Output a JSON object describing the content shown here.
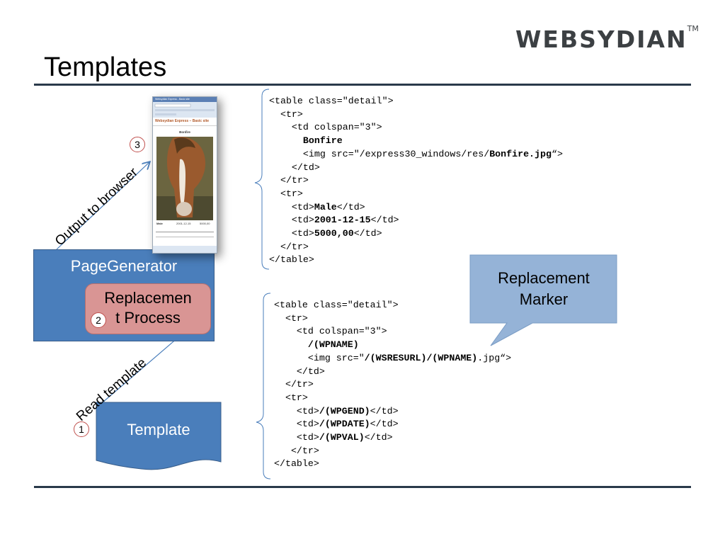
{
  "logo": {
    "text": "WEBSYDIAN",
    "tm": "TM"
  },
  "title": "Templates",
  "steps": {
    "one": "1",
    "two": "2",
    "three": "3"
  },
  "arrows": {
    "output": "Output to browser",
    "read": "Read template"
  },
  "boxes": {
    "page_generator": "PageGenerator",
    "replacement_line1": "Replacemen",
    "replacement_line2": "t Process",
    "template": "Template",
    "marker_line1": "Replacement",
    "marker_line2": "Marker"
  },
  "screenshot": {
    "window_title": "Websydian Express - Basic site",
    "heading": "Websydian Express – Basic site",
    "caption": "Bonfire",
    "row": [
      "Male",
      "2001-12-15",
      "5000,00"
    ]
  },
  "code_output": {
    "l1": "<table class=\"detail\">",
    "l2": "  <tr>",
    "l3": "    <td colspan=\"3\">",
    "l4_pre": "      ",
    "l4_b": "Bonfire",
    "l5_pre": "      <img src=\"/express30_windows/res/",
    "l5_b": "Bonfire.jpg",
    "l5_post": "“>",
    "l6": "    </td>",
    "l7": "  </tr>",
    "l8": "  <tr>",
    "l9_pre": "    <td>",
    "l9_b": "Male",
    "l9_post": "</td>",
    "l10_pre": "    <td>",
    "l10_b": "2001-12-15",
    "l10_post": "</td>",
    "l11_pre": "    <td>",
    "l11_b": "5000,00",
    "l11_post": "</td>",
    "l12": "  </tr>",
    "l13": "</table>"
  },
  "code_template": {
    "l1": "<table class=\"detail\">",
    "l2": "  <tr>",
    "l3": "    <td colspan=\"3\">",
    "l4_pre": "      ",
    "l4_b": "/(WPNAME)",
    "l5_pre": "      <img src=\"",
    "l5_b": "/(WSRESURL)/(WPNAME)",
    "l5_post": ".jpg“>",
    "l6": "    </td>",
    "l7": "  </tr>",
    "l8": "  <tr>",
    "l9_pre": "    <td>",
    "l9_b": "/(WPGEND)",
    "l9_post": "</td>",
    "l10_pre": "    <td>",
    "l10_b": "/(WPDATE)",
    "l10_post": "</td>",
    "l11_pre": "    <td>",
    "l11_b": "/(WPVAL)",
    "l11_post": "</td>",
    "l12": "   </tr>",
    "l13": "</table>"
  },
  "colors": {
    "box_blue": "#4a7ebb",
    "process_red": "#d99594",
    "callout_blue": "#95b3d7",
    "rule": "#2a3a4a",
    "arrow": "#4a7ebb"
  }
}
